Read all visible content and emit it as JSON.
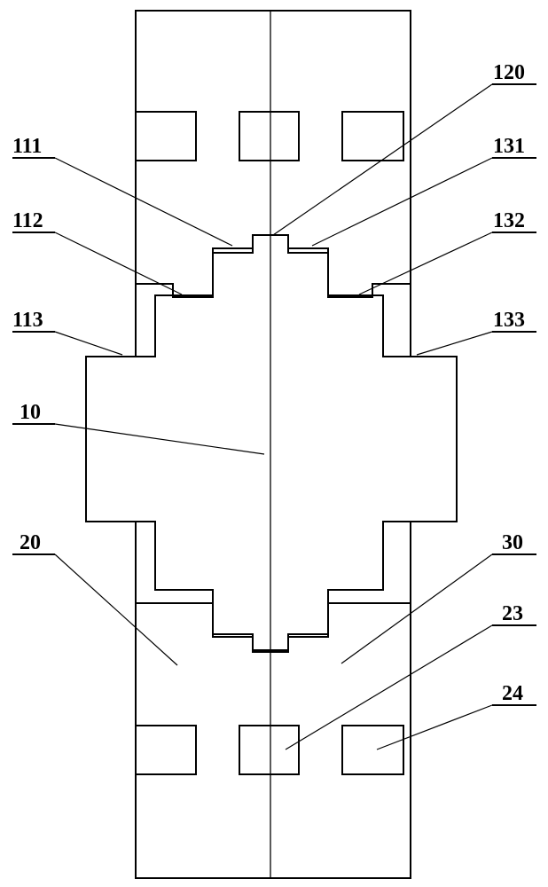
{
  "figure": {
    "labels": {
      "l10": "10",
      "l20": "20",
      "l30": "30",
      "l23": "23",
      "l24": "24",
      "l111": "111",
      "l112": "112",
      "l113": "113",
      "l120": "120",
      "l131": "131",
      "l132": "132",
      "l133": "133"
    }
  }
}
